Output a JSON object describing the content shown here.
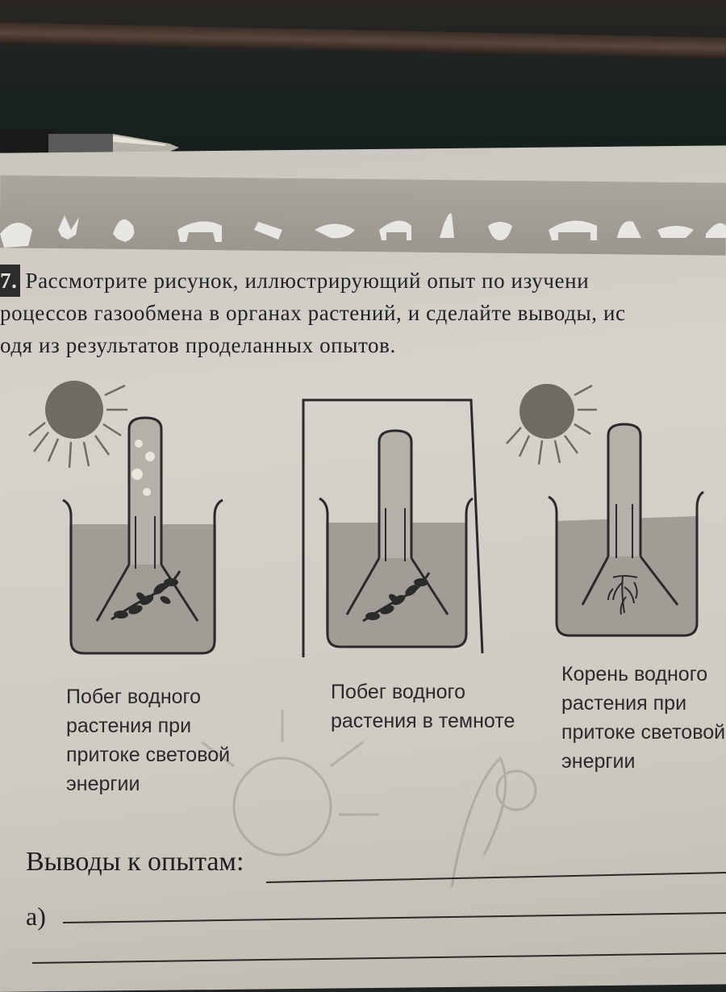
{
  "task": {
    "number": "7.",
    "lines": [
      "Рассмотрите рисунок, иллюстрирующий опыт по изучени",
      "роцессов газообмена в органах растений, и сделайте выводы, ис",
      "одя из результатов проделанных опытов."
    ]
  },
  "captions": {
    "c1": [
      "Побег водного",
      "растения при",
      "притоке световой",
      "энергии"
    ],
    "c2": [
      "Побег водного",
      "растения в темноте"
    ],
    "c3": [
      "Корень водного",
      "растения при",
      "притоке световой",
      "энергии"
    ]
  },
  "conclusion": {
    "title": "Выводы к опытам:",
    "item_a": "а)"
  }
}
